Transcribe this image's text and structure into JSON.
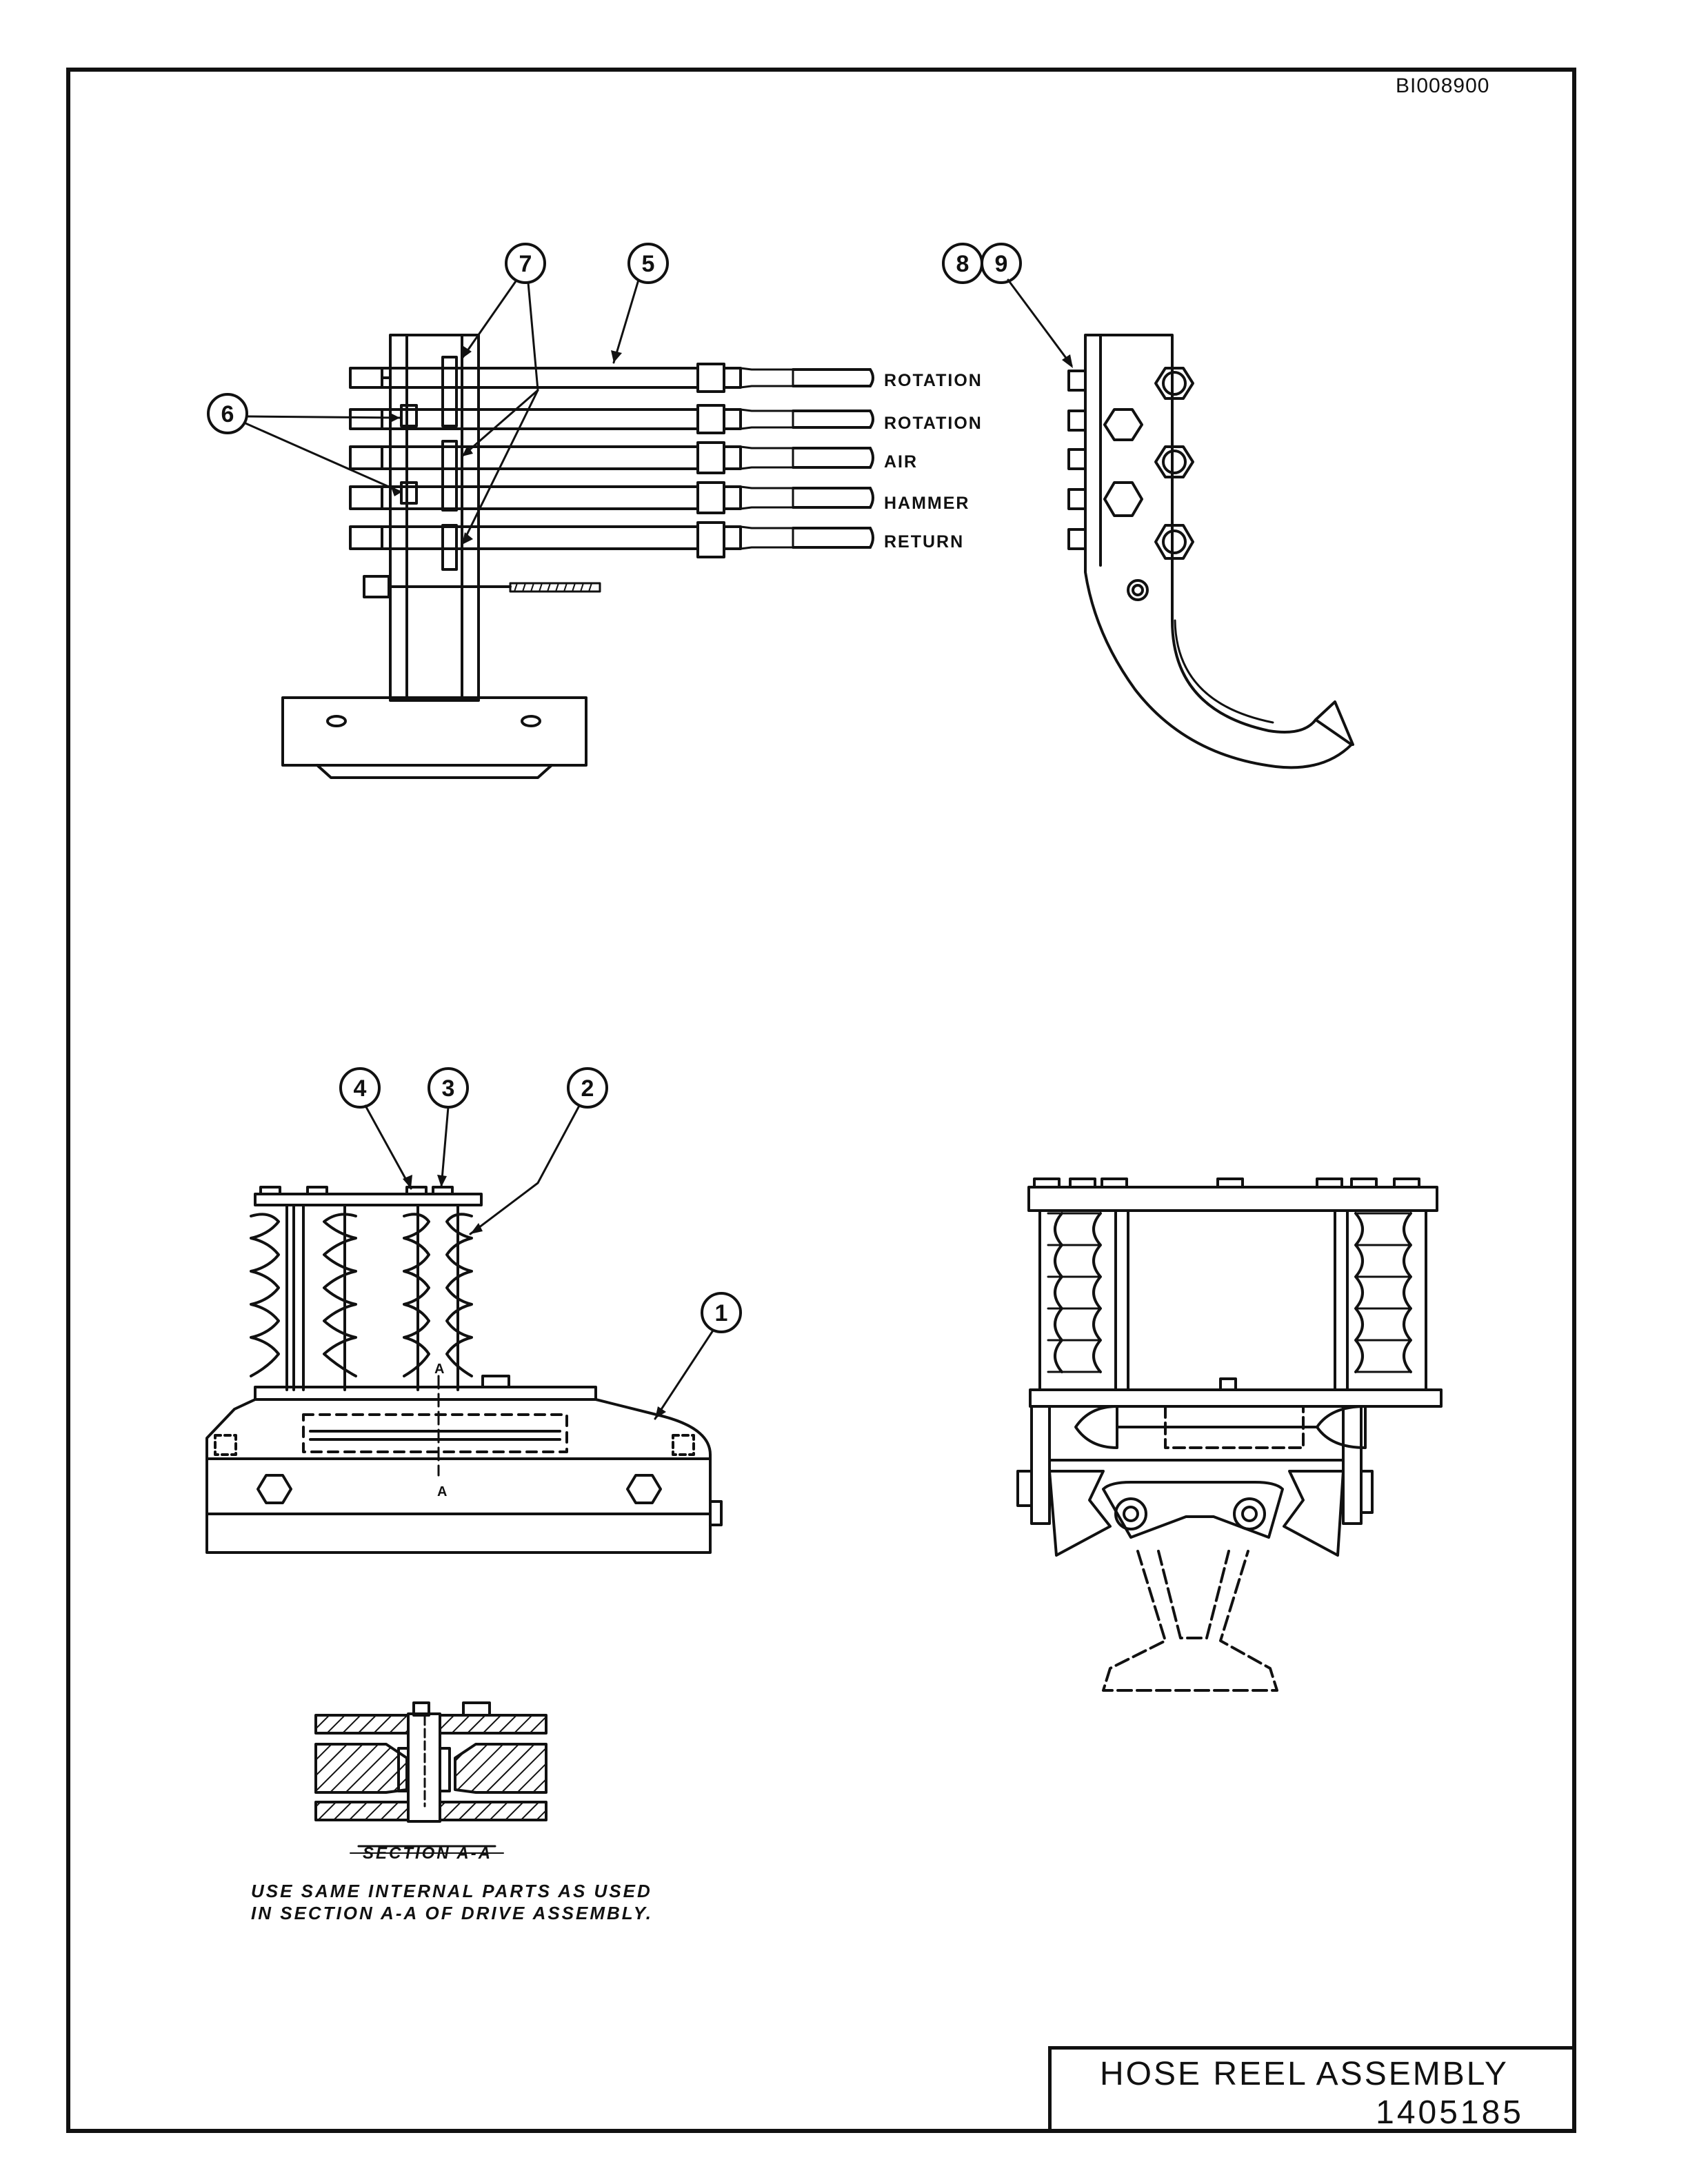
{
  "document": {
    "drawing_id": "BI008900",
    "title": "HOSE REEL ASSEMBLY",
    "part_number": "1405185"
  },
  "callouts": [
    "1",
    "2",
    "3",
    "4",
    "5",
    "6",
    "7",
    "8",
    "9"
  ],
  "hose_labels": [
    "ROTATION",
    "ROTATION",
    "AIR",
    "HAMMER",
    "RETURN"
  ],
  "section": {
    "title": "SECTION A-A",
    "marker": "A",
    "note_line1": "USE SAME INTERNAL PARTS AS USED",
    "note_line2": "IN SECTION A-A OF DRIVE ASSEMBLY."
  }
}
